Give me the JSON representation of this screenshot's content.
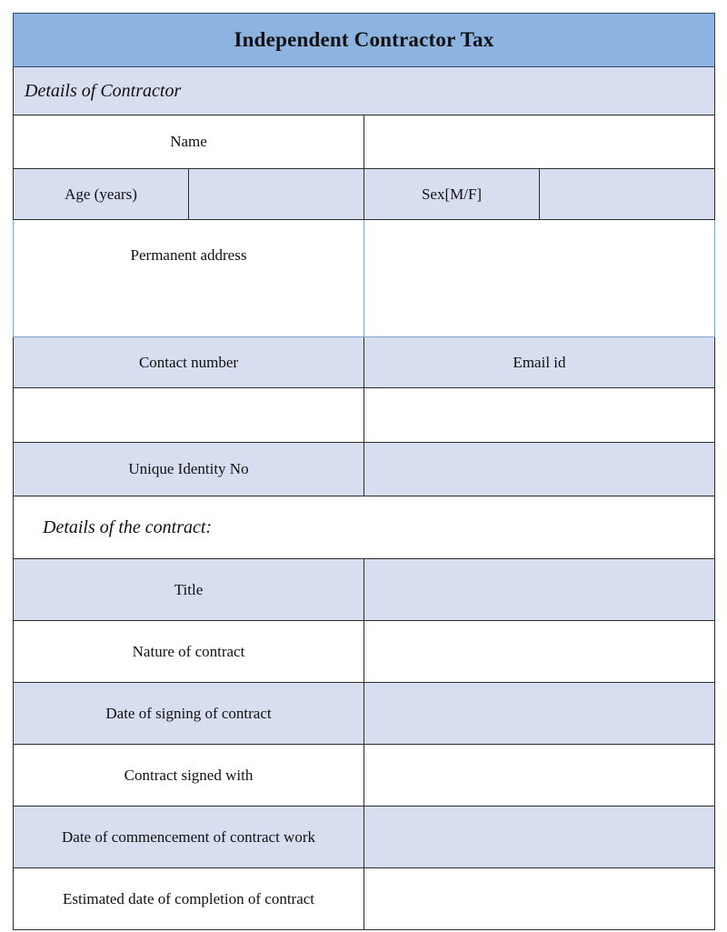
{
  "document": {
    "title": "Independent Contractor Tax"
  },
  "colors": {
    "header_blue": "#8db3e0",
    "row_blue": "#d6def0",
    "border_dark": "#2b2b2b",
    "border_soft_blue": "#7fa5cc",
    "white": "#ffffff"
  },
  "sections": {
    "contractor": {
      "heading": "Details of Contractor",
      "fields": {
        "name": "Name",
        "age": "Age (years)",
        "sex": "Sex[M/F]",
        "permanent_address": "Permanent address",
        "contact_number": "Contact number",
        "email_id": "Email id",
        "unique_identity_no": "Unique Identity No"
      },
      "values": {
        "name": "",
        "age": "",
        "sex": "",
        "permanent_address": "",
        "contact_number": "",
        "email_id": "",
        "unique_identity_no": ""
      }
    },
    "contract": {
      "heading": "Details of the contract:",
      "rows": [
        {
          "label": "Title",
          "value": ""
        },
        {
          "label": "Nature of contract",
          "value": ""
        },
        {
          "label": "Date of signing of contract",
          "value": ""
        },
        {
          "label": "Contract signed with",
          "value": ""
        },
        {
          "label": "Date of commencement of contract work",
          "value": ""
        },
        {
          "label": "Estimated date of completion of contract",
          "value": ""
        }
      ]
    }
  }
}
